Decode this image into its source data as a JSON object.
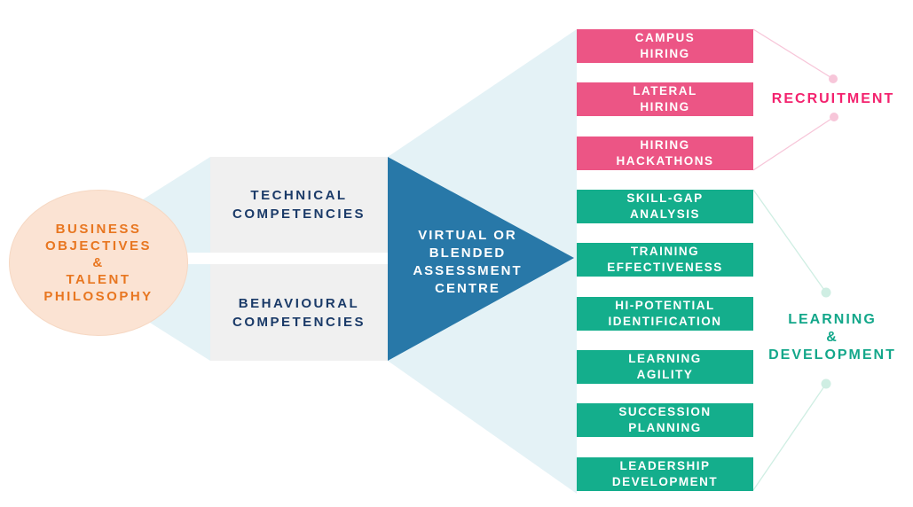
{
  "colors": {
    "pale_shape": "#E4F2F6",
    "ellipse_fill": "#FBE3D3",
    "orange_text": "#E87620",
    "gray_box": "#F0F0F0",
    "navy_text": "#1A3A68",
    "triangle_blue": "#2878A8",
    "pink_box": "#EC5585",
    "pink_label": "#F3226E",
    "pink_connector": "#F7C6D9",
    "green_box": "#14AE8C",
    "green_label": "#13A78A",
    "green_connector": "#CFEEE3"
  },
  "source": {
    "lines": [
      "BUSINESS",
      "OBJECTIVES",
      "&",
      "TALENT",
      "PHILOSOPHY"
    ]
  },
  "competencies": {
    "items": [
      {
        "lines": [
          "TECHNICAL",
          "COMPETENCIES"
        ]
      },
      {
        "lines": [
          "BEHAVIOURAL",
          "COMPETENCIES"
        ]
      }
    ]
  },
  "assessment_centre": {
    "lines": [
      "VIRTUAL OR",
      "BLENDED",
      "ASSESSMENT",
      "CENTRE"
    ]
  },
  "outcomes": {
    "items": [
      {
        "lines": [
          "CAMPUS",
          "HIRING"
        ],
        "group": "recruitment"
      },
      {
        "lines": [
          "LATERAL",
          "HIRING"
        ],
        "group": "recruitment"
      },
      {
        "lines": [
          "HIRING",
          "HACKATHONS"
        ],
        "group": "recruitment"
      },
      {
        "lines": [
          "SKILL-GAP",
          "ANALYSIS"
        ],
        "group": "learning-development"
      },
      {
        "lines": [
          "TRAINING",
          "EFFECTIVENESS"
        ],
        "group": "learning-development"
      },
      {
        "lines": [
          "HI-POTENTIAL",
          "IDENTIFICATION"
        ],
        "group": "learning-development"
      },
      {
        "lines": [
          "LEARNING",
          "AGILITY"
        ],
        "group": "learning-development"
      },
      {
        "lines": [
          "SUCCESSION",
          "PLANNING"
        ],
        "group": "learning-development"
      },
      {
        "lines": [
          "LEADERSHIP",
          "DEVELOPMENT"
        ],
        "group": "learning-development"
      }
    ]
  },
  "groups": {
    "recruitment": {
      "label": "RECRUITMENT"
    },
    "learning_development": {
      "lines": [
        "LEARNING",
        "&",
        "DEVELOPMENT"
      ]
    }
  }
}
